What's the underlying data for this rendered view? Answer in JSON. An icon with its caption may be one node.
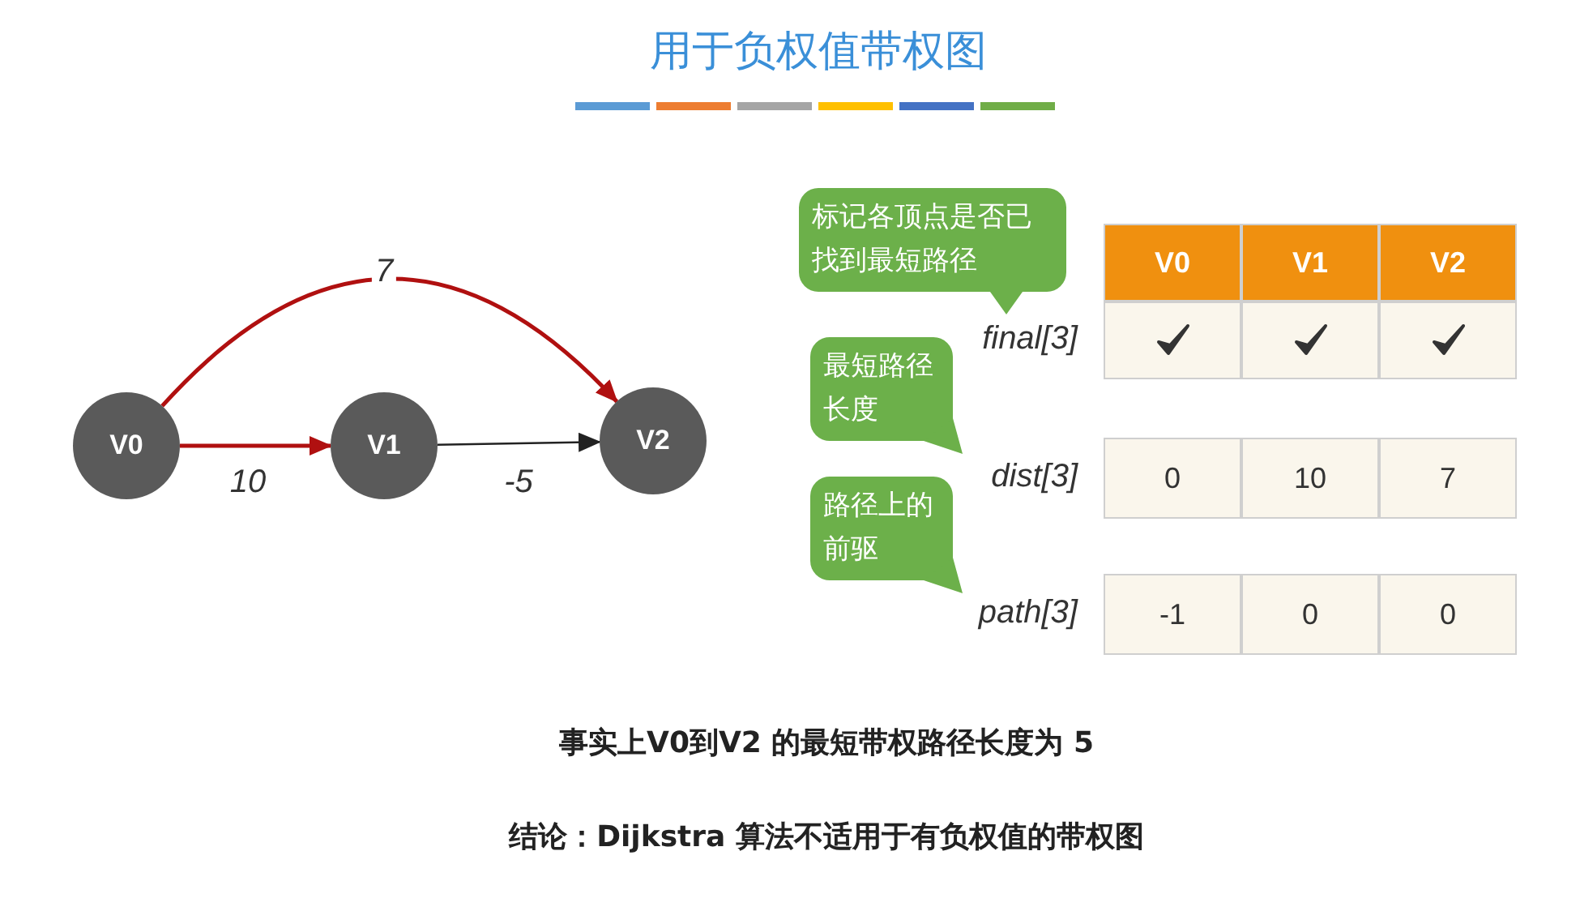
{
  "diagram": {
    "title": "用于负权值带权图",
    "nodes": [
      {
        "text": [
          "V0"
        ]
      },
      {
        "text": [
          "V1"
        ]
      },
      {
        "text": [
          "V2"
        ]
      },
      {
        "text": [
          "标记各顶点是否已找到最短路径"
        ]
      },
      {
        "text": [
          "最短路径长度"
        ]
      },
      {
        "text": [
          "路径上的前驱"
        ]
      }
    ],
    "edges": [
      {
        "from": 0,
        "to": 2,
        "arrow": "to",
        "label": "7"
      },
      {
        "from": 0,
        "to": 1,
        "arrow": "to",
        "label": "10"
      },
      {
        "from": 1,
        "to": 2,
        "arrow": "to",
        "label": "-5",
        "color": "#222222"
      }
    ],
    "labels": [
      "V0",
      "V1",
      "V2",
      "final[3]",
      "dist[3]",
      "0",
      "10",
      "7",
      "path[3]",
      "-1",
      "0",
      "0",
      "事实上V0到V2 的最短带权路径长度为 5",
      "结论：Dijkstra 算法不适用于有负权值的带权图"
    ]
  }
}
